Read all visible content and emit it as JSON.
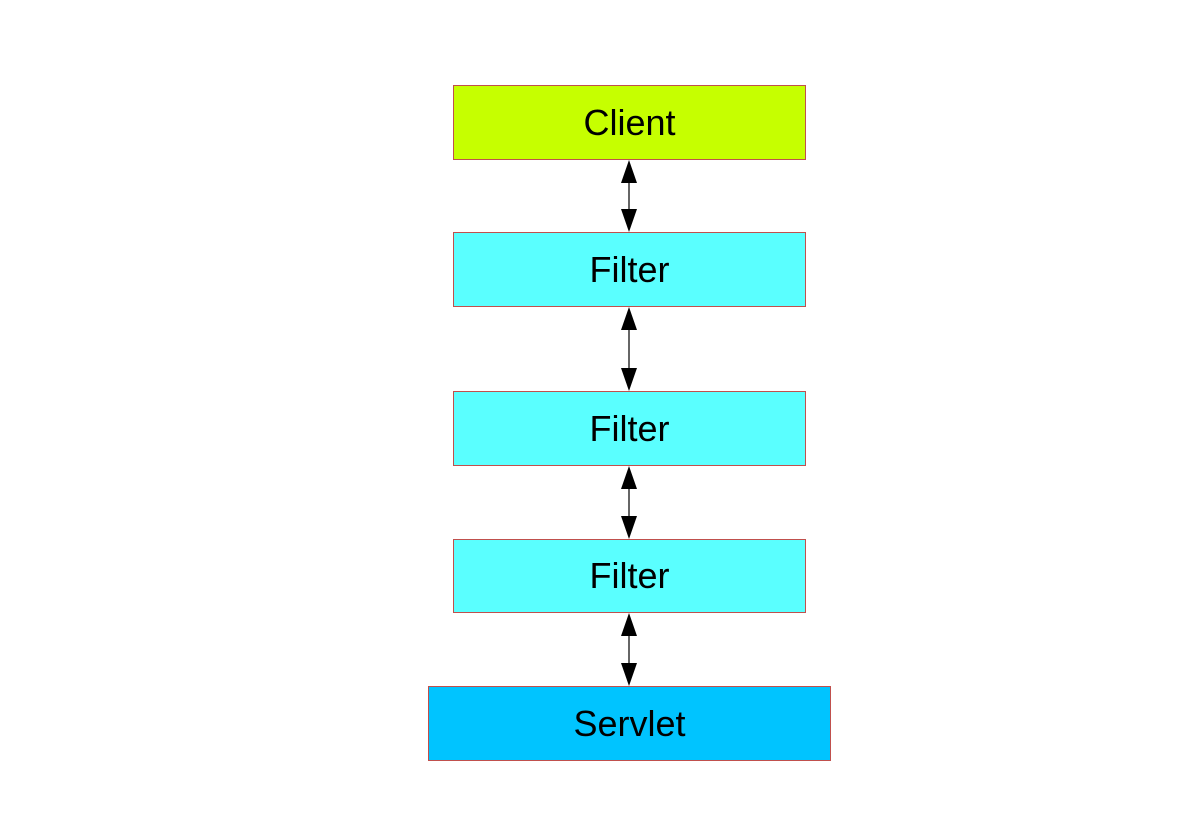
{
  "nodes": [
    {
      "label": "Client",
      "color": "#c6ff00"
    },
    {
      "label": "Filter",
      "color": "#5affff"
    },
    {
      "label": "Filter",
      "color": "#5affff"
    },
    {
      "label": "Filter",
      "color": "#5affff"
    },
    {
      "label": "Servlet",
      "color": "#00c4ff"
    }
  ],
  "connectors": [
    {
      "from": 0,
      "to": 1,
      "direction": "bidirectional"
    },
    {
      "from": 1,
      "to": 2,
      "direction": "bidirectional"
    },
    {
      "from": 2,
      "to": 3,
      "direction": "bidirectional"
    },
    {
      "from": 3,
      "to": 4,
      "direction": "bidirectional"
    }
  ]
}
